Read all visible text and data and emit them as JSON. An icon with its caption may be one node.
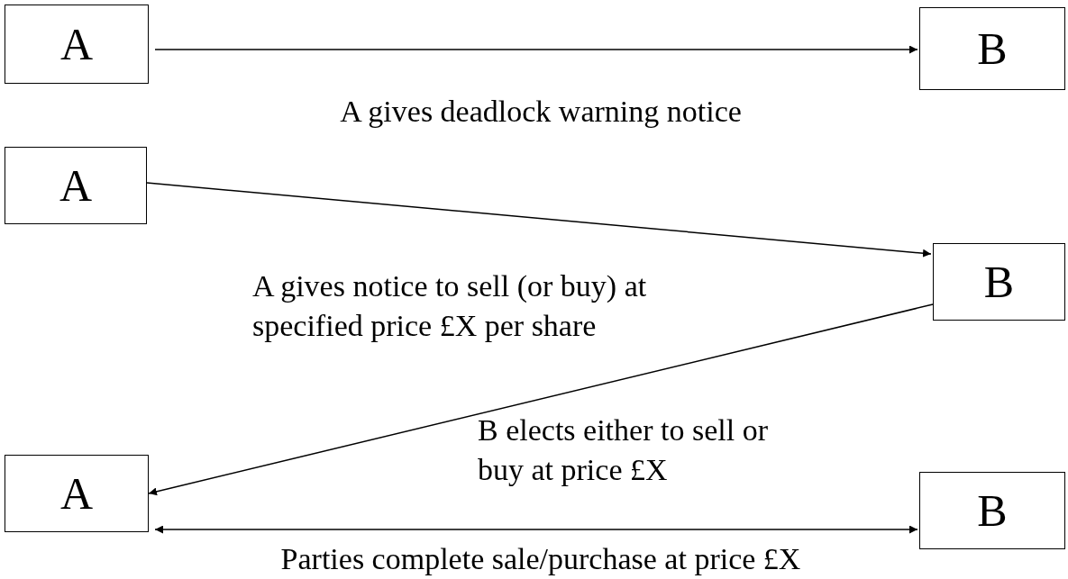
{
  "diagram": {
    "nodes": [
      {
        "text": [
          "A"
        ]
      },
      {
        "text": [
          "B"
        ]
      },
      {
        "text": [
          "A"
        ]
      },
      {
        "text": [
          "B"
        ]
      },
      {
        "text": [
          "A"
        ]
      },
      {
        "text": [
          "B"
        ]
      }
    ],
    "edges": [
      {
        "from": 0,
        "to": 1,
        "arrow": "to",
        "label": "A gives deadlock warning notice"
      },
      {
        "from": 2,
        "to": 3,
        "arrow": "to",
        "label": "A gives notice to sell (or buy) at specified price £X per share"
      },
      {
        "from": 3,
        "to": 4,
        "arrow": "to",
        "label": "B elects either to sell or buy at price £X"
      },
      {
        "from": 4,
        "to": 5,
        "arrow": "both",
        "label": "Parties complete sale/purchase at price £X"
      }
    ]
  }
}
